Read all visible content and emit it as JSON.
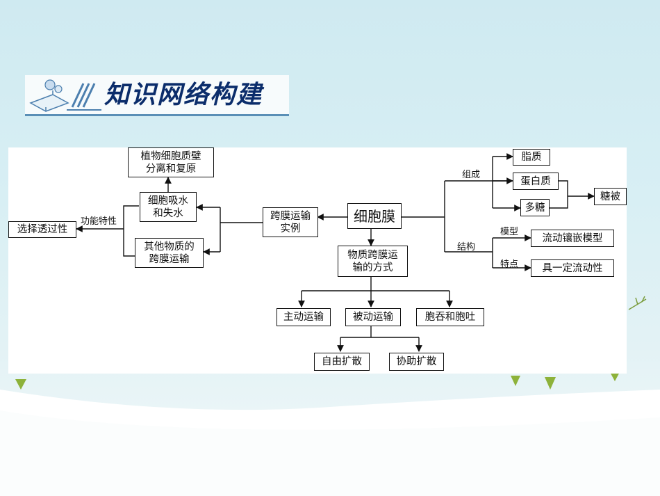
{
  "header": {
    "title": "知识网络构建",
    "icon": "book-flower-icon"
  },
  "diagram": {
    "center": "细胞膜",
    "composition_label": "组成",
    "components": [
      "脂质",
      "蛋白质",
      "多糖"
    ],
    "glycocalyx": "糖被",
    "structure_label": "结构",
    "model_label": "模型",
    "model": "流动镶嵌模型",
    "feature_label": "特点",
    "feature": "具一定流动性",
    "example": "跨膜运输\n实例",
    "water": "细胞吸水\n和失水",
    "plasmolysis": "植物细胞质壁\n分离和复原",
    "other_transport": "其他物质的\n跨膜运输",
    "function_label": "功能特性",
    "selective": "选择透过性",
    "transport_mode": "物质跨膜运\n输的方式",
    "active": "主动运输",
    "passive": "被动运输",
    "endo": "胞吞和胞吐",
    "free_diffusion": "自由扩散",
    "facilitated": "协助扩散"
  }
}
